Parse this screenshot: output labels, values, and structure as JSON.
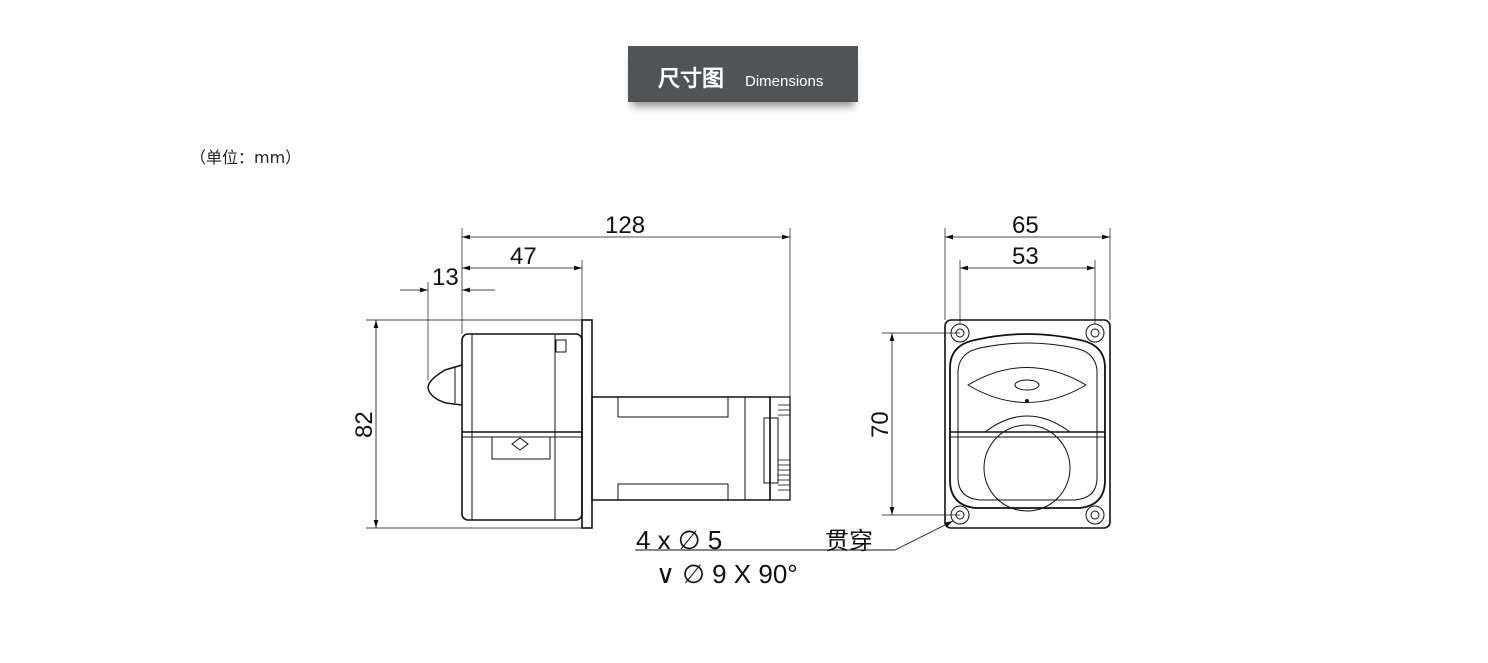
{
  "header": {
    "title_cn": "尺寸图",
    "title_en": "Dimensions",
    "color": "#515457"
  },
  "unit_label": "（单位：mm）",
  "side_view": {
    "dim_total": "128",
    "dim_mid": "47",
    "dim_knob": "13",
    "dim_height": "82"
  },
  "front_view": {
    "dim_width_outer": "65",
    "dim_width_holes": "53",
    "dim_height_holes": "70"
  },
  "hole_note": {
    "line1_prefix": "4 x ∅ 5",
    "line1_suffix": "贯穿",
    "line2": "∨ ∅ 9 X 90°"
  }
}
